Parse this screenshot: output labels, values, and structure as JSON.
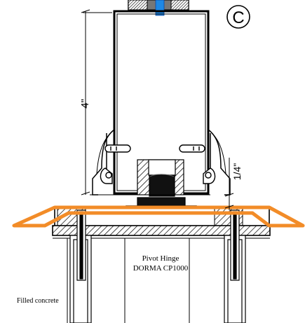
{
  "dimensions": {
    "height_label": "4\"",
    "gap_label": "1/4\""
  },
  "marker": "C",
  "labels": {
    "hinge_line1": "Pivot Hinge",
    "hinge_line2": "DORMA CP1000",
    "concrete": "Filled concrete"
  },
  "colors": {
    "accent_orange": "#f28c28",
    "pin_blue": "#1e88e5",
    "line": "#000000"
  }
}
